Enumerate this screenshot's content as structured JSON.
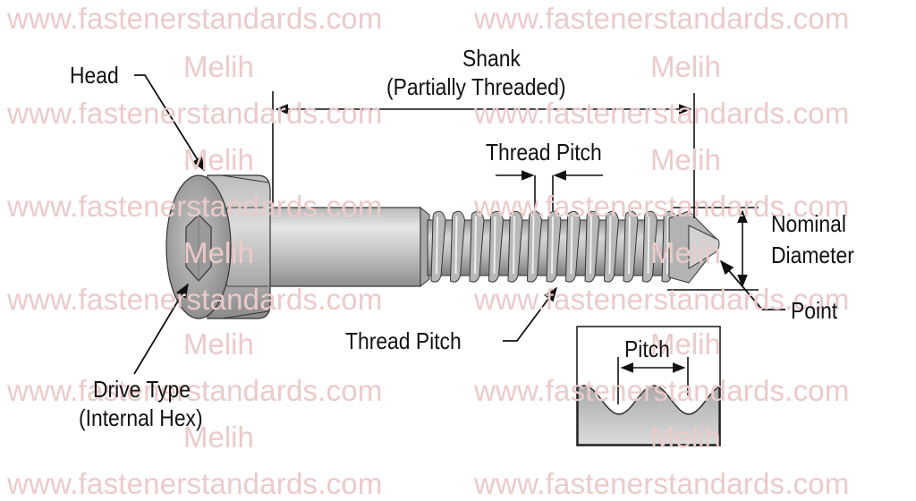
{
  "diagram": {
    "subject": "Socket head screw with partially threaded shank",
    "labels": {
      "head": "Head",
      "shank_line1": "Shank",
      "shank_line2": "(Partially Threaded)",
      "thread_pitch_top": "Thread Pitch",
      "thread_pitch_bottom": "Thread Pitch",
      "nominal_line1": "Nominal",
      "nominal_line2": "Diameter",
      "point": "Point",
      "drive_line1": "Drive Type",
      "drive_line2": "(Internal Hex)",
      "inset_pitch": "Pitch"
    },
    "inset": {
      "title": "Pitch",
      "thread_profile": "sinusoidal crests, 3 peaks"
    }
  },
  "watermarks": {
    "site": "www.fastenerstandards.com",
    "name": "Melih"
  },
  "colors": {
    "watermark": "#eccaca",
    "line": "#111111",
    "metal_light": "#d9d9d9",
    "metal_dark": "#8c8c8c"
  }
}
